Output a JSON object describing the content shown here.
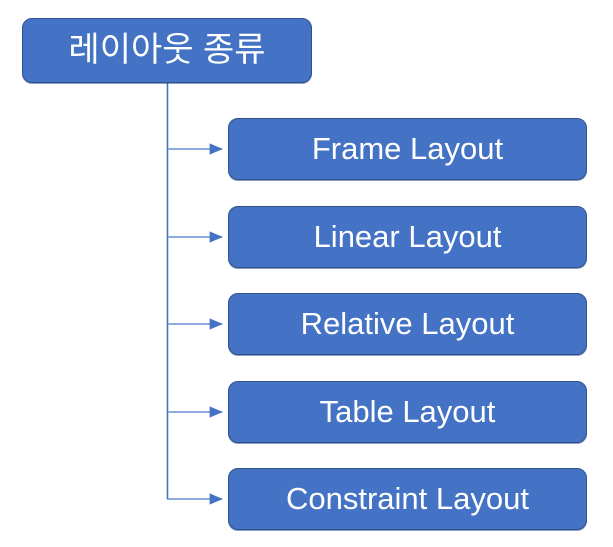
{
  "diagram": {
    "title": "레이아웃 종류",
    "type": "tree",
    "background_color": "#ffffff",
    "node_fill_color": "#4472c4",
    "node_border_color": "#2f528f",
    "node_text_color": "#ffffff",
    "connector_color": "#8faadc",
    "trunk_color": "#4472c4",
    "root": {
      "label": "레이아웃 종류"
    },
    "children": [
      {
        "label": "Frame Layout"
      },
      {
        "label": "Linear Layout"
      },
      {
        "label": "Relative Layout"
      },
      {
        "label": "Table Layout"
      },
      {
        "label": "Constraint Layout"
      }
    ]
  }
}
